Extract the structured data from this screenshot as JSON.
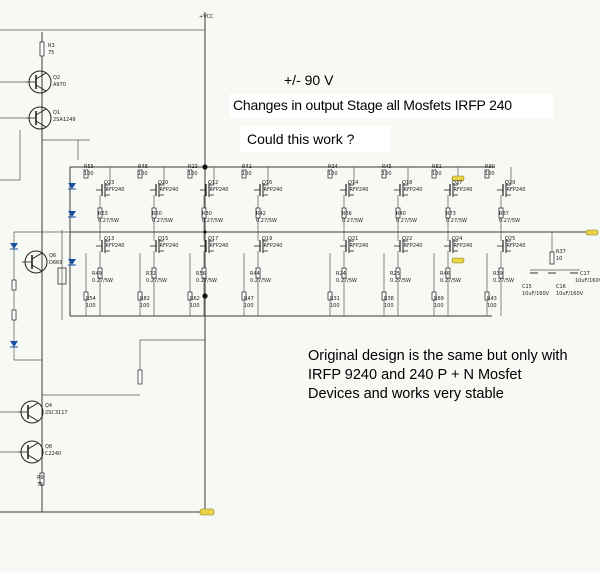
{
  "notes": {
    "voltage": "+/- 90 V",
    "changes": "Changes in output Stage all Mosfets IRFP 240",
    "question": "Could this work ?",
    "original_line1": "Original design is the same but only with",
    "original_line2": "IRFP 9240 and 240 P + N Mosfet",
    "original_line3": "Devices and works very stable"
  },
  "left_stage": {
    "r3": "R3",
    "r3v": "75",
    "q2": "Q2",
    "q2t": "A970",
    "q1": "Q1",
    "q1t": "2SA1249",
    "q6": "Q6",
    "q6t": "D669",
    "q4": "Q4",
    "q4t": "2SC3117",
    "q8": "Q8",
    "q8t": "C2240",
    "r9": "R9",
    "r9v": "75",
    "top_rail": "+VCC"
  },
  "upper_fets": [
    {
      "q": "Q23",
      "t": "IRFP240",
      "rg": "R55",
      "rgv": "100",
      "rs": "R63",
      "rsv": "0.27/5W"
    },
    {
      "q": "Q20",
      "t": "IRFP240",
      "rg": "R48",
      "rgv": "100",
      "rs": "R50",
      "rsv": "0.27/5W"
    },
    {
      "q": "Q12",
      "t": "IRFP240",
      "rg": "R23",
      "rgv": "100",
      "rs": "R30",
      "rsv": "0.27/5W"
    },
    {
      "q": "Q16",
      "t": "IRFP240",
      "rg": "R41",
      "rgv": "100",
      "rs": "R42",
      "rsv": "0.27/5W"
    },
    {
      "q": "Q14",
      "t": "IRFP240",
      "rg": "R34",
      "rgv": "100",
      "rs": "R36",
      "rsv": "0.27/5W"
    },
    {
      "q": "Q18",
      "t": "IRFP240",
      "rg": "R45",
      "rgv": "100",
      "rs": "R40",
      "rsv": "0.27/5W"
    },
    {
      "q": "Q27",
      "t": "IRFP240",
      "rg": "R81",
      "rgv": "100",
      "rs": "R73",
      "rsv": "0.27/5W"
    },
    {
      "q": "Q29",
      "t": "IRFP240",
      "rg": "R90",
      "rgv": "100",
      "rs": "R87",
      "rsv": "0.27/5W"
    }
  ],
  "lower_fets": [
    {
      "q": "Q13",
      "t": "IRFP240",
      "rs": "R49",
      "rsv": "0.27/5W",
      "rg": "R54",
      "rgv": "100"
    },
    {
      "q": "Q15",
      "t": "IRFP240",
      "rs": "R72",
      "rsv": "0.27/5W",
      "rg": "R82",
      "rgv": "100"
    },
    {
      "q": "Q17",
      "t": "IRFP240",
      "rs": "R56",
      "rsv": "0.27/5W",
      "rg": "R62",
      "rgv": "100"
    },
    {
      "q": "Q19",
      "t": "IRFP240",
      "rs": "R44",
      "rsv": "0.27/5W",
      "rg": "R47",
      "rgv": "100"
    },
    {
      "q": "Q21",
      "t": "IRFP240",
      "rs": "R24",
      "rsv": "0.27/5W",
      "rg": "R31",
      "rgv": "100"
    },
    {
      "q": "Q22",
      "t": "IRFP240",
      "rs": "R25",
      "rsv": "0.27/5W",
      "rg": "R38",
      "rgv": "100"
    },
    {
      "q": "Q24",
      "t": "IRFP240",
      "rs": "R46",
      "rsv": "0.27/5W",
      "rg": "R89",
      "rgv": "100"
    },
    {
      "q": "Q25",
      "t": "IRFP240",
      "rs": "R39",
      "rsv": "0.27/5W",
      "rg": "R43",
      "rgv": "100"
    }
  ],
  "output_network": {
    "r37": "R37",
    "r37v": "10",
    "c15": "C15",
    "c15v": "10uF/160V",
    "c16": "C16",
    "c16v": "10uF/160V",
    "c17": "C17",
    "c17v": "10uF/160V"
  }
}
